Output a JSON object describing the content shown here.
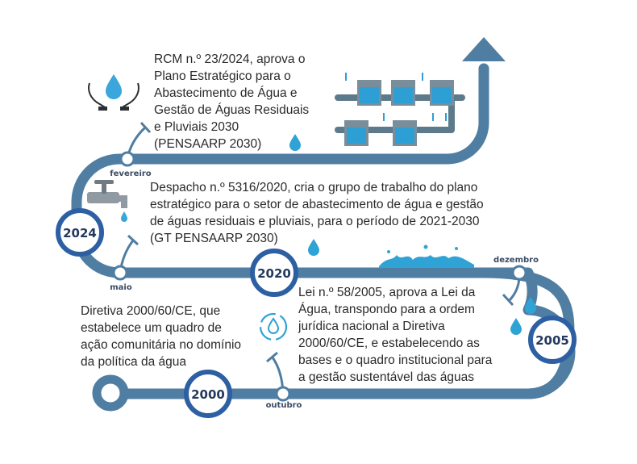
{
  "years": {
    "y2024": "2024",
    "y2020": "2020",
    "y2005": "2005",
    "y2000": "2000"
  },
  "months": {
    "fevereiro": "fevereiro",
    "maio": "maio",
    "dezembro": "dezembro",
    "outubro": "outubro"
  },
  "events": {
    "rcm": [
      "RCM n.º 23/2024, aprova o",
      "Plano Estratégico para o",
      "Abastecimento de Água e",
      "Gestão de Águas Residuais",
      "e Pluviais 2030",
      "(PENSAARP 2030)"
    ],
    "despacho": [
      "Despacho n.º 5316/2020, cria o grupo de trabalho do plano",
      "estratégico para o setor de abastecimento de água e gestão",
      "de águas residuais e pluviais, para o período de 2021-2030",
      "(GT PENSAARP 2030)"
    ],
    "lei": [
      "Lei n.º 58/2005, aprova a Lei da",
      "Água, transpondo para a ordem",
      "jurídica nacional a Diretiva",
      "2000/60/CE, e estabelecendo as",
      "bases e o quadro institucional para",
      "a gestão sustentável das águas"
    ],
    "diretiva": [
      "Diretiva 2000/60/CE, que",
      "estabelece um quadro de",
      "ação comunitária no domínio",
      "da política da água"
    ]
  },
  "colors": {
    "road": "#4f7ea2",
    "year_circle": "#2d5fa3",
    "drop": "#2fa3d6",
    "text": "#2a2a2a"
  },
  "icons": [
    "hands-water-drop-icon",
    "water-treatment-process-icon",
    "faucet-icon",
    "water-cycle-icon",
    "water-splash-icon",
    "water-drop-icon"
  ]
}
